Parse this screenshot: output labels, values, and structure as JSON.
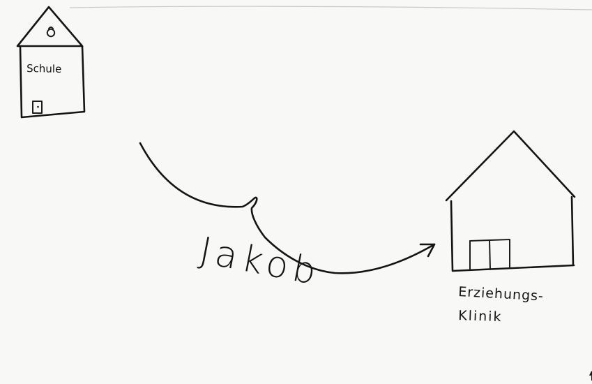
{
  "school": {
    "label": "Schule"
  },
  "clinic": {
    "label_line1": "Erziehungs-",
    "label_line2": "Klinik"
  },
  "path": {
    "person": "Jakob"
  },
  "colors": {
    "paper": "#f8f8f6",
    "ink": "#141414"
  }
}
